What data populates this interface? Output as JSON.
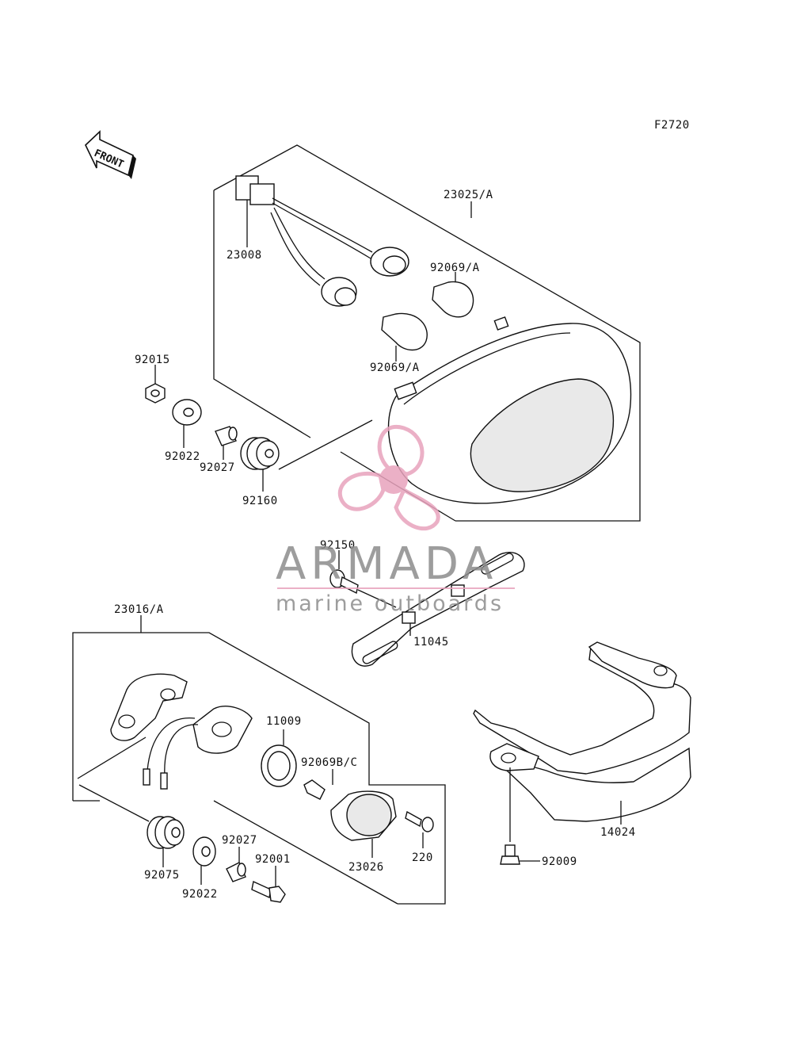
{
  "figure_code": "F2720",
  "front_label": "FRONT",
  "labels": {
    "p23025A": "23025/A",
    "p23008": "23008",
    "p92069A_top": "92069/A",
    "p92069A_bottom": "92069/A",
    "p92015": "92015",
    "p92022_top": "92022",
    "p92027_top": "92027",
    "p92160": "92160",
    "p92150": "92150",
    "p11045": "11045",
    "p23016A": "23016/A",
    "p11009": "11009",
    "p92069BC": "92069B/C",
    "p220": "220",
    "p23026": "23026",
    "p92075": "92075",
    "p92022_bottom": "92022",
    "p92027_bottom": "92027",
    "p92001": "92001",
    "p14024": "14024",
    "p92009": "92009"
  },
  "watermark": {
    "brand": "ARMADA",
    "tagline": "marine outboards",
    "color": "#e8a3bd"
  }
}
